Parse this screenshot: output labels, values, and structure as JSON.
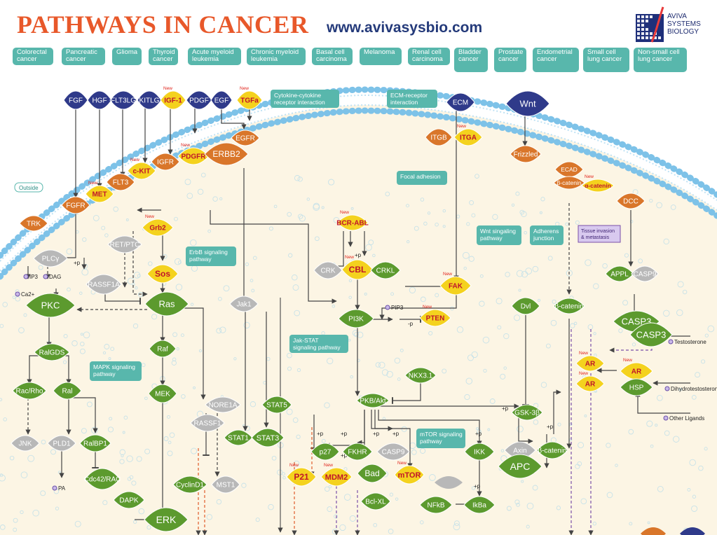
{
  "header": {
    "title": "PATHWAYS IN CANCER",
    "website": "www.avivasysbio.com",
    "logo_text": "AVIVA\nSYSTEMS\nBIOLOGY"
  },
  "cancer_types": [
    "Colorectal\ncancer",
    "Pancreatic\ncancer",
    "Glioma",
    "Thyroid\ncancer",
    "Acute myeloid\nleukemia",
    "Chronic myeloid\nleukemia",
    "Basal cell\ncarcinoma",
    "Melanoma",
    "Renal cell\ncarcinoma",
    "Bladder\ncancer",
    "Prostate\ncancer",
    "Endometrial\ncancer",
    "Small cell\nlung cancer",
    "Non-small cell\nlung cancer"
  ],
  "region_labels": {
    "outside": "Outside"
  },
  "new_badge": "New",
  "pathway_boxes": [
    "Cytokine-cytokine\nreceptor interaction",
    "ECM-receptor\ninteraction",
    "Focal adhesion",
    "ErbB signaling\npathway",
    "Jak-STAT\nsignaling pathway",
    "MAPK signaling\npathway",
    "Wnt singaling\npathway",
    "Adherens\njunction",
    "mTOR signaling\npathway"
  ],
  "special_box": "Tissue invasion\n& metastasis",
  "ligands": [
    "FGF",
    "HGF",
    "FLT3LG",
    "KITLG",
    "IGF-1",
    "PDGF",
    "EGF",
    "TGFa",
    "ECM",
    "Wnt"
  ],
  "membrane_receptors": [
    "TRK",
    "FGFR",
    "MET",
    "FLT3",
    "c-KIT",
    "IGFR",
    "PDGFR",
    "ERBB2",
    "EGFR",
    "ITGB",
    "ITGA",
    "Frizzled",
    "ECAD",
    "β-catenin",
    "α-catenin",
    "DCC"
  ],
  "nodes": [
    "Grb2",
    "RET/PTC",
    "PLCγ",
    "IP3",
    "DAG",
    "Ca2+",
    "PKC",
    "RASSF1A",
    "Sos",
    "Ras",
    "Jak1",
    "BCR-ABL",
    "CRK",
    "CBL",
    "CRKL",
    "PI3K",
    "PIP3",
    "PTEN",
    "FAK",
    "Dvl",
    "β-catenin",
    "APPL",
    "CASP9",
    "CASP3",
    "CASP3",
    "Testosterone",
    "AR",
    "AR",
    "AR",
    "HSP",
    "Dihydrotestosterone",
    "Other Ligands",
    "RalGDS",
    "Rac/Rho",
    "Ral",
    "Raf",
    "MEK",
    "STAT5",
    "NKX3.1",
    "PKB/Akt",
    "GSK-3β",
    "JNK",
    "PLD1",
    "RalBP1",
    "Cdc42/RAC",
    "PA",
    "NORE1A",
    "RASSF1",
    "STAT1",
    "STAT3",
    "CyclinD1",
    "MST1",
    "p27",
    "FKHR",
    "CASP9",
    "IKK",
    "Axin",
    "APC",
    "β-catenin",
    "P21",
    "MDM2",
    "Bad",
    "mTOR",
    "Bcl-XL",
    "DAPK",
    "ERK",
    "NFkB",
    "IkBa"
  ],
  "edge_labels": [
    "+p",
    "+p",
    "-p",
    "+p",
    "+p",
    "+p",
    "+p",
    "+p",
    "+p",
    "+p",
    "+p",
    "+p"
  ]
}
